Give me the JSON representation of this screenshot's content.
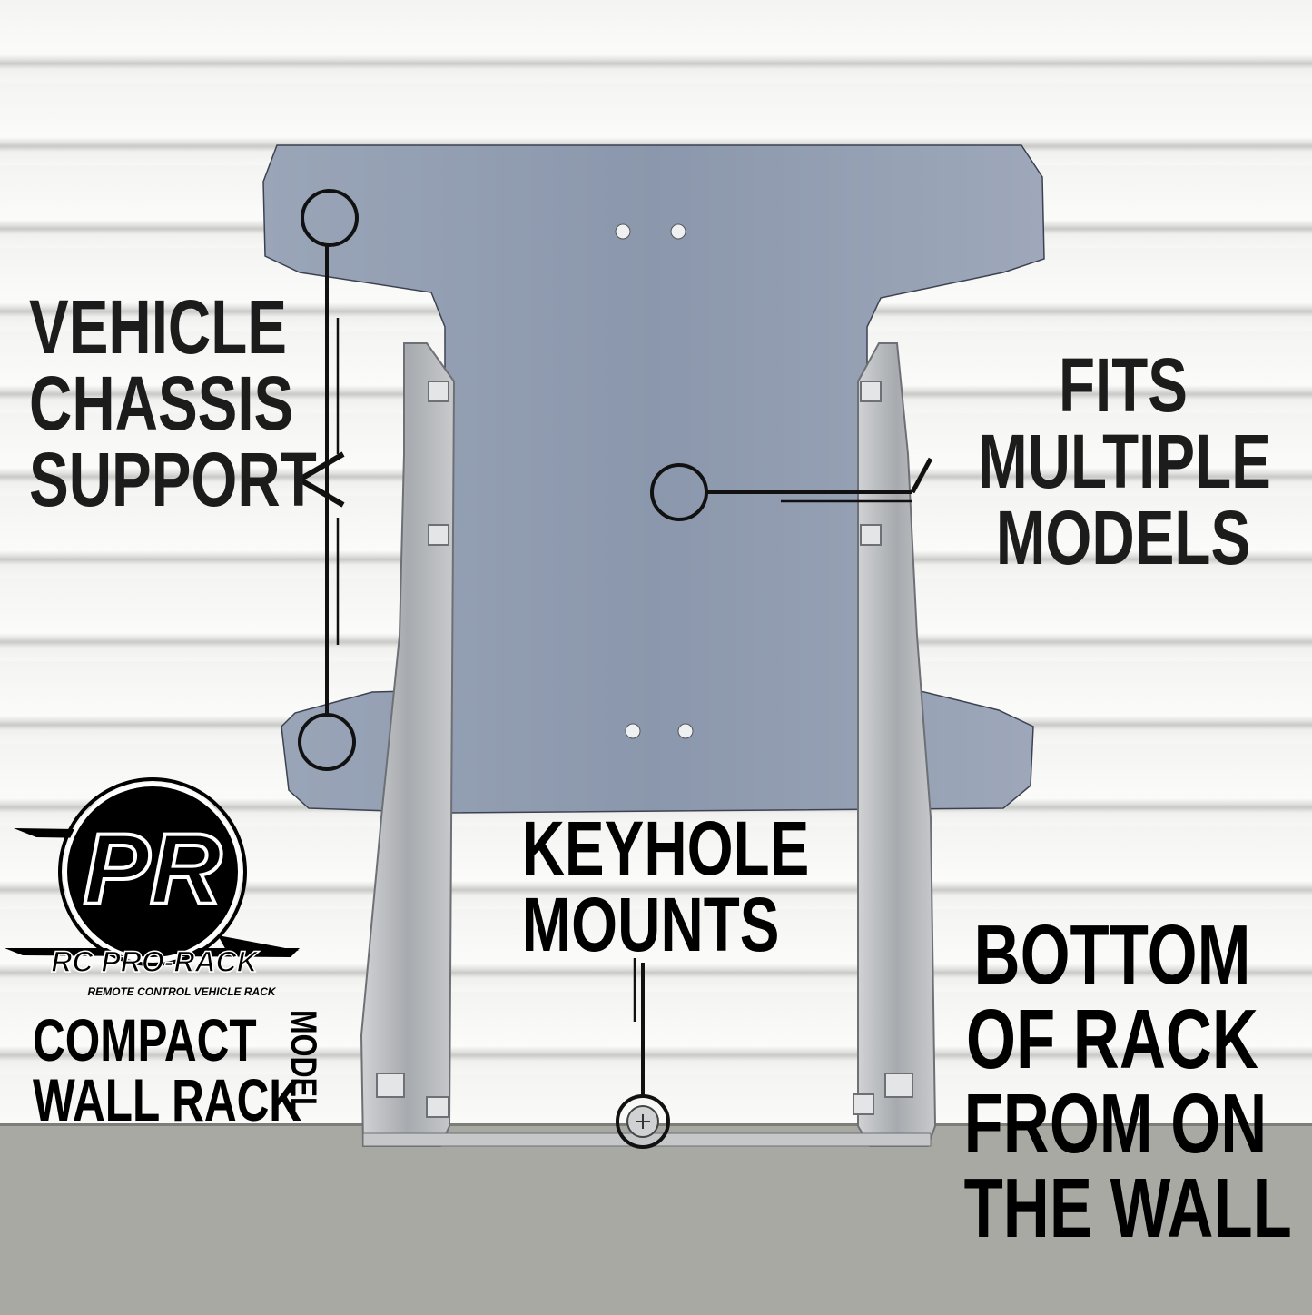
{
  "labels": {
    "chassis": [
      "VEHICLE",
      "CHASSIS",
      "SUPPORT"
    ],
    "fits": [
      "FITS",
      "MULTIPLE",
      "MODELS"
    ],
    "keyhole": [
      "KEYHOLE",
      "MOUNTS"
    ],
    "bottom": [
      "BOTTOM",
      "OF RACK",
      "FROM ON",
      "THE WALL"
    ],
    "product": [
      "COMPACT",
      "WALL RACK"
    ],
    "product_side": "MODEL"
  },
  "logo": {
    "monogram": "PR",
    "brand": "RC PRO-RACK",
    "tagline": "REMOTE CONTROL VEHICLE RACK"
  },
  "colors": {
    "plate": "#8f9bb0",
    "bracket": "#b9bcbf",
    "text": "#1c1c1c",
    "floor": "#a8a9a2"
  }
}
